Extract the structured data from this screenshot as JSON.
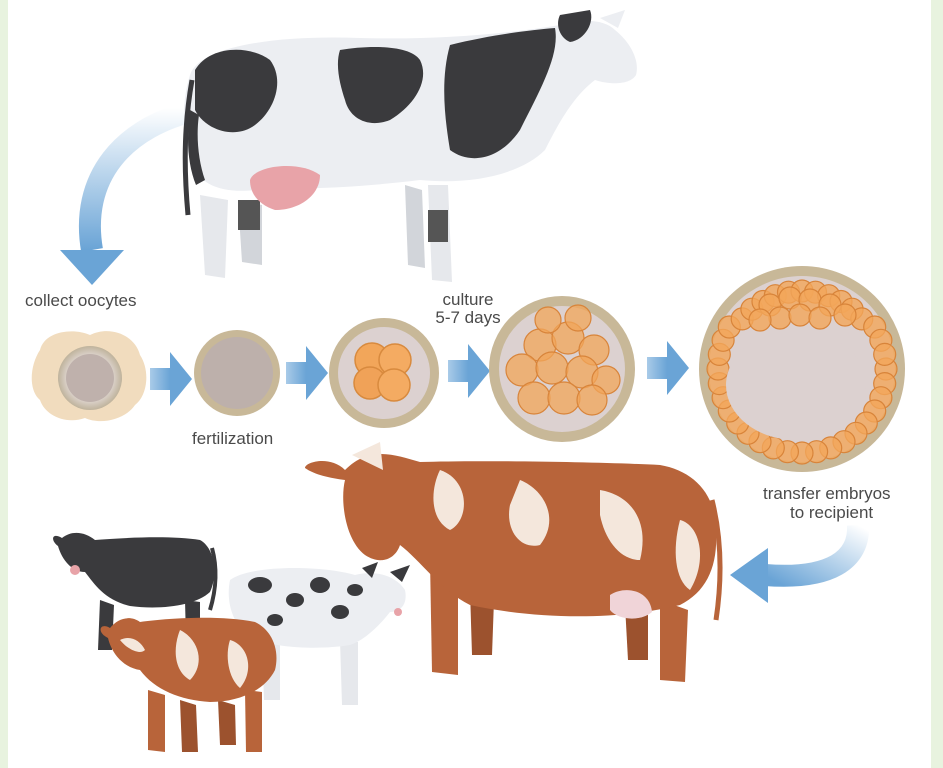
{
  "labels": {
    "collect": "collect oocytes",
    "culture_line1": "culture",
    "culture_line2": "5-7 days",
    "fertilization": "fertilization",
    "transfer_line1": "transfer embryos",
    "transfer_line2": "to recipient"
  },
  "colors": {
    "arrow_blue": "#6aa4d6",
    "cow_black": "#3a3a3d",
    "cow_white": "#eceef2",
    "cow_red": "#b8643a",
    "udder_pink": "#e8a3a8",
    "cell_ring": "#c8b898",
    "cell_inner": "#cfc3c0",
    "embryo_orange": "#f2a65a"
  }
}
